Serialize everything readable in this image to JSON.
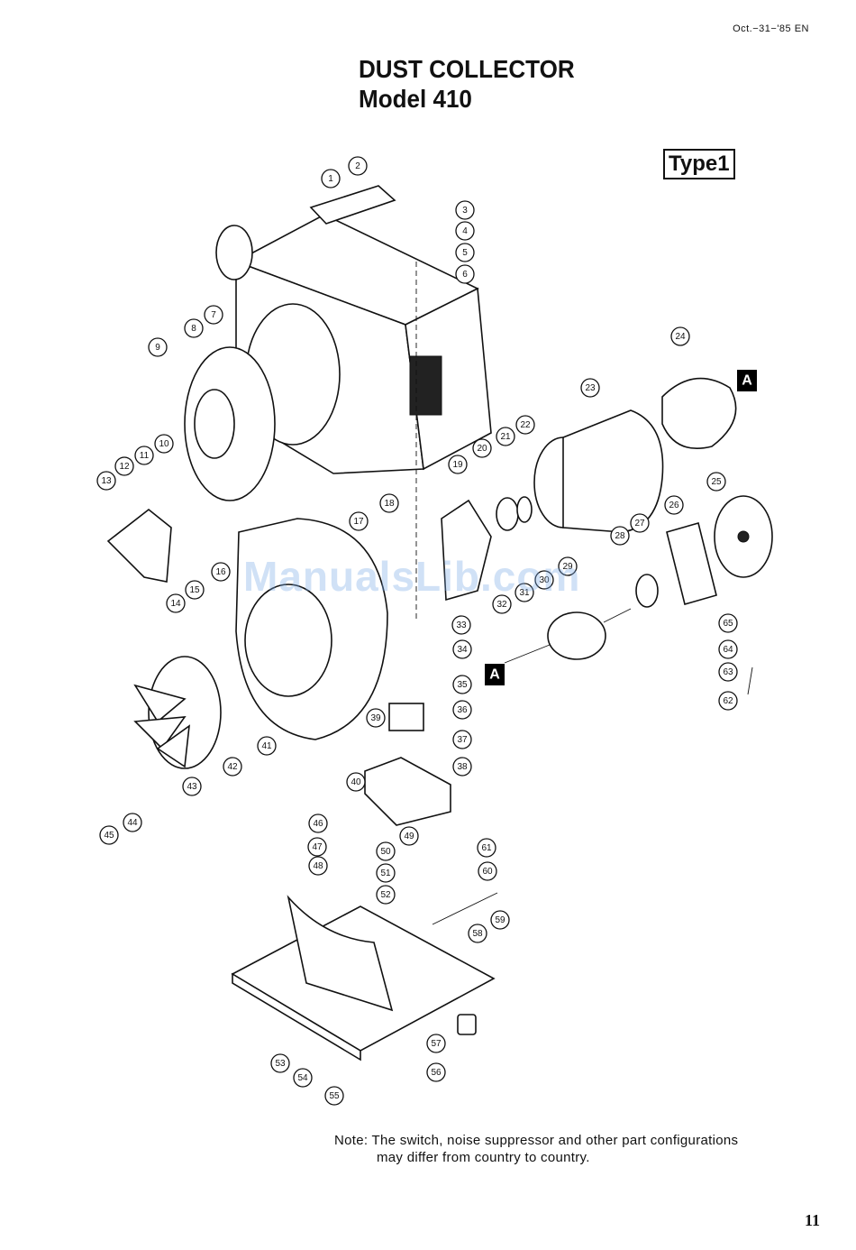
{
  "header": {
    "date_code": "Oct.−31−'85  EN",
    "title_line1": "DUST COLLECTOR",
    "title_line2": "Model 410",
    "type_label": "Type1"
  },
  "diagram": {
    "section_marker": "A",
    "callouts": [
      "1",
      "2",
      "3",
      "4",
      "5",
      "6",
      "7",
      "8",
      "9",
      "10",
      "11",
      "12",
      "13",
      "14",
      "15",
      "16",
      "17",
      "18",
      "19",
      "20",
      "21",
      "22",
      "23",
      "24",
      "25",
      "26",
      "27",
      "28",
      "29",
      "30",
      "31",
      "32",
      "33",
      "34",
      "35",
      "36",
      "37",
      "38",
      "39",
      "40",
      "41",
      "42",
      "43",
      "44",
      "45",
      "46",
      "47",
      "48",
      "49",
      "50",
      "51",
      "52",
      "53",
      "54",
      "55",
      "56",
      "57",
      "58",
      "59",
      "60",
      "61",
      "62",
      "63",
      "64",
      "65"
    ]
  },
  "watermark": "ManualsLib.com",
  "footer": {
    "note_line1": "Note: The switch, noise suppressor and other part configurations",
    "note_line2": "may differ from country to country.",
    "page_number": "11"
  }
}
